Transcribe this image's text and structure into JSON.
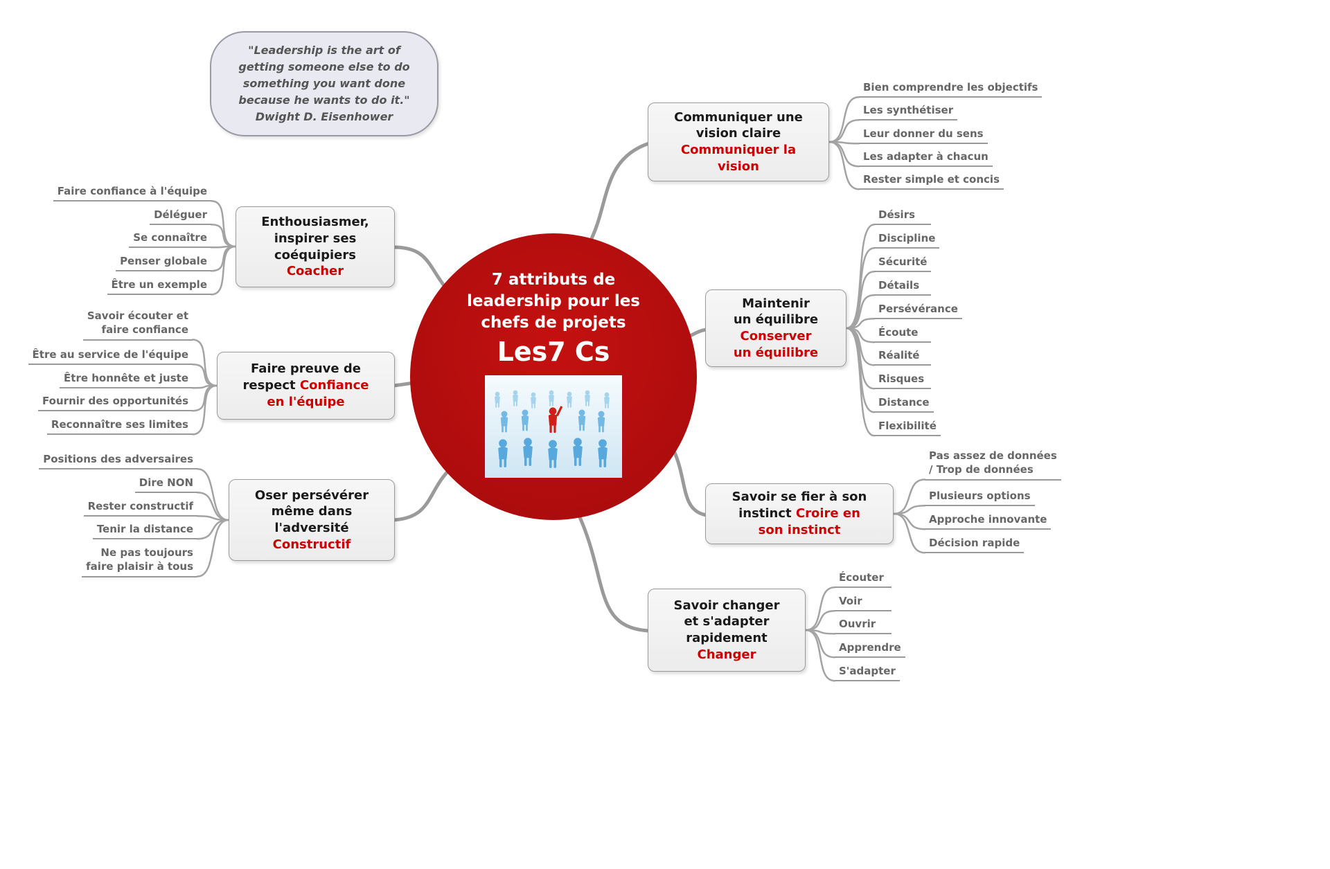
{
  "quote": {
    "text": "\"Leadership is the art of\ngetting someone else to do\nsomething you want done\nbecause he wants to do it.\"\nDwight D. Eisenhower"
  },
  "center": {
    "title": "7 attributs de\nleadership pour les\nchefs de projets",
    "subtitle": "Les7 Cs",
    "image_alt": "Crowd of blue figures led by one red figure"
  },
  "colors": {
    "central_red": "#b20d0e",
    "accent_red": "#cc0000",
    "node_fill": "#efefef",
    "node_border": "#9a9a9a",
    "connector_gray": "#9a9a9a",
    "leaf_text": "#666666",
    "quote_fill": "#e9e9f1",
    "figure_blue": "#57a8dc",
    "figure_red": "#cf2017"
  },
  "branches": [
    {
      "id": "communiquer-la-vision",
      "title": "Communiquer une\nvision claire",
      "subtitle": "\nCommuniquer la\nvision",
      "leaves": [
        "Bien comprendre les objectifs",
        "Les synthétiser",
        "Leur donner du sens",
        "Les adapter à chacun",
        "Rester simple et concis"
      ]
    },
    {
      "id": "conserver-un-equilibre",
      "title": "Maintenir\nun équilibre",
      "subtitle": "\nConserver\nun équilibre",
      "leaves": [
        "Désirs",
        "Discipline",
        "Sécurité",
        "Détails",
        "Persévérance",
        "Écoute",
        "Réalité",
        "Risques",
        "Distance",
        "Flexibilité"
      ]
    },
    {
      "id": "croire-en-son-instinct",
      "title": "Savoir se fier à son\ninstinct",
      "subtitle": " Croire en\nson instinct",
      "leaves": [
        "Pas assez de données\n/ Trop de données",
        "Plusieurs options",
        "Approche innovante",
        "Décision rapide"
      ]
    },
    {
      "id": "changer",
      "title": "Savoir changer\net s'adapter\nrapidement",
      "subtitle": "\nChanger",
      "leaves": [
        "Écouter",
        "Voir",
        "Ouvrir",
        "Apprendre",
        "S'adapter"
      ]
    },
    {
      "id": "coacher",
      "title": "Enthousiasmer,\ninspirer ses\ncoéquipiers",
      "subtitle": "\nCoacher",
      "leaves": [
        "Faire confiance à l'équipe",
        "Déléguer",
        "Se connaître",
        "Penser globale",
        "Être un exemple"
      ]
    },
    {
      "id": "confiance-en-l-equipe",
      "title": "Faire preuve de\nrespect",
      "subtitle": " Confiance\nen l'équipe",
      "leaves": [
        "Savoir écouter et\nfaire confiance",
        "Être au service de l'équipe",
        "Être honnête et juste",
        "Fournir des opportunités",
        "Reconnaître ses limites"
      ]
    },
    {
      "id": "constructif",
      "title": "Oser persévérer\nmême dans\nl'adversité",
      "subtitle": "\nConstructif",
      "leaves": [
        "Positions des adversaires",
        "Dire NON",
        "Rester constructif",
        "Tenir la distance",
        "Ne pas toujours\nfaire plaisir à tous"
      ]
    }
  ]
}
